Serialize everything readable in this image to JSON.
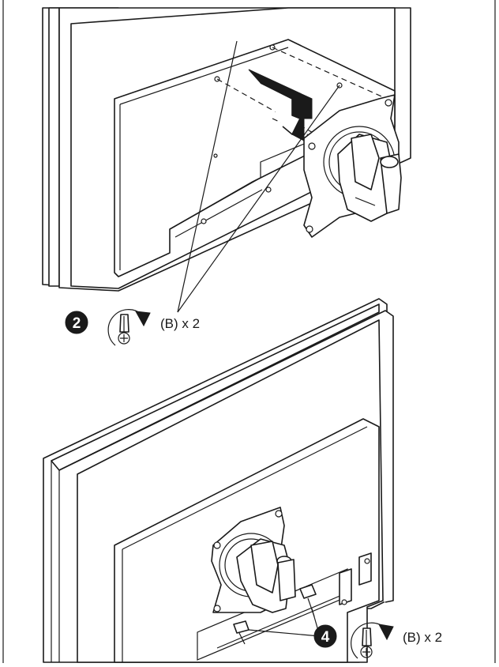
{
  "steps": {
    "upper": {
      "number": "2",
      "label": "(B) x 2"
    },
    "lower": {
      "number": "4",
      "label": "(B) x 2"
    }
  },
  "icons": {
    "tighten": "clockwise-screwdriver-icon",
    "step_badge": "black-circle-number"
  },
  "colors": {
    "line": "#1a1a1a",
    "background": "#ffffff"
  }
}
